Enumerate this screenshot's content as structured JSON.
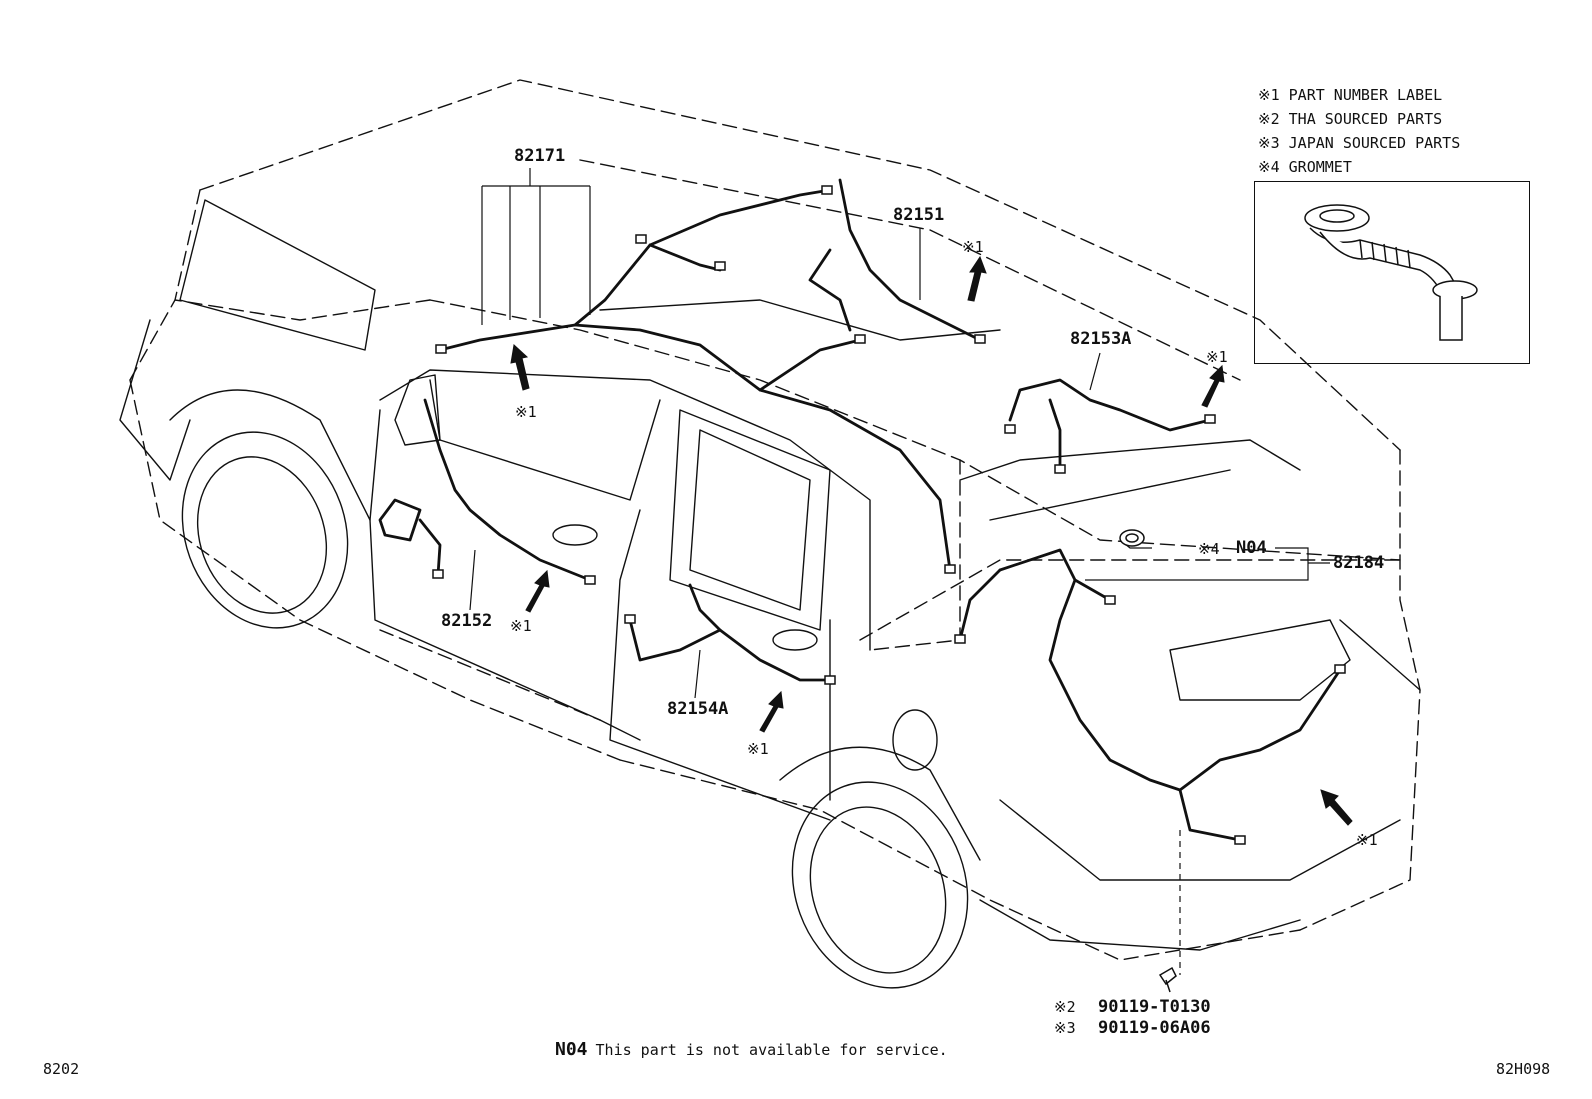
{
  "legend": [
    {
      "mark": "※1",
      "text": "PART NUMBER LABEL"
    },
    {
      "mark": "※2",
      "text": "THA SOURCED PARTS"
    },
    {
      "mark": "※3",
      "text": "JAPAN SOURCED PARTS"
    },
    {
      "mark": "※4",
      "text": "GROMMET"
    }
  ],
  "callouts": {
    "p82171": "82171",
    "p82151": "82151",
    "p82153A": "82153A",
    "p82152": "82152",
    "p82154A": "82154A",
    "p82184": "82184",
    "n04": "N04",
    "grommet_mark": "※4",
    "mark1": "※1",
    "bolt_tha_mark": "※2",
    "bolt_tha_part": "90119-T0130",
    "bolt_japan_mark": "※3",
    "bolt_japan_part": "90119-06A06"
  },
  "footer": {
    "note_code": "N04",
    "note_text": "This part is not available for service.",
    "left_code": "8202",
    "right_code": "82H098"
  }
}
